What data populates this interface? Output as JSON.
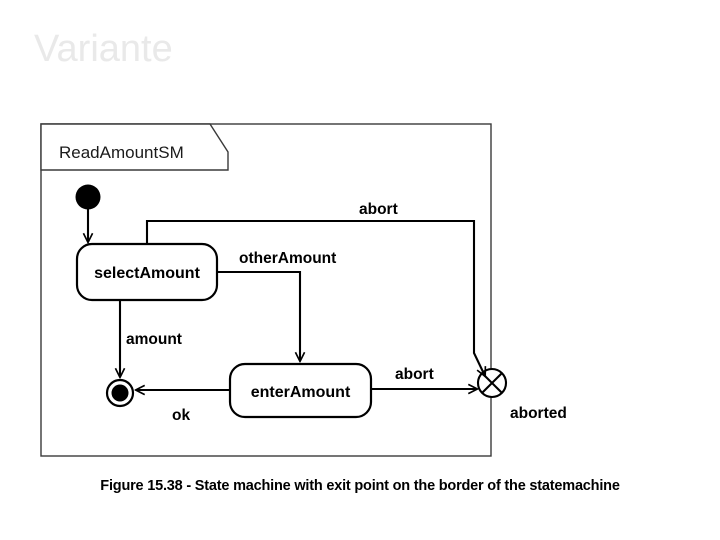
{
  "slide": {
    "title": "Variante",
    "title_color": "#e9e9e9",
    "background": "#ffffff"
  },
  "figure": {
    "caption": "Figure 15.38 - State machine with exit point on the border of the statemachine"
  },
  "diagram": {
    "type": "uml-state-machine",
    "frame_name": "ReadAmountSM",
    "line_color": "#000000",
    "frame_color": "#3a3a3a",
    "fill_color": "#ffffff",
    "states": [
      {
        "id": "selectAmount",
        "label": "selectAmount",
        "kind": "simple-state"
      },
      {
        "id": "enterAmount",
        "label": "enterAmount",
        "kind": "simple-state"
      }
    ],
    "pseudostates": [
      {
        "id": "initial",
        "kind": "initial",
        "label": ""
      },
      {
        "id": "final",
        "kind": "final",
        "label": ""
      },
      {
        "id": "exitPoint",
        "kind": "exit-point",
        "label": "aborted"
      }
    ],
    "transitions": [
      {
        "id": "t1",
        "from": "initial",
        "to": "selectAmount",
        "label": ""
      },
      {
        "id": "t2",
        "from": "selectAmount",
        "to": "final",
        "label": "amount"
      },
      {
        "id": "t3",
        "from": "selectAmount",
        "to": "enterAmount",
        "label": "otherAmount"
      },
      {
        "id": "t4",
        "from": "selectAmount",
        "to": "exitPoint",
        "label": "abort"
      },
      {
        "id": "t5",
        "from": "enterAmount",
        "to": "exitPoint",
        "label": "abort"
      },
      {
        "id": "t6",
        "from": "enterAmount",
        "to": "final",
        "label": "ok"
      }
    ],
    "labels": {
      "abort_top": "abort",
      "abort_bottom": "abort",
      "otherAmount": "otherAmount",
      "amount": "amount",
      "ok": "ok",
      "aborted": "aborted"
    }
  }
}
